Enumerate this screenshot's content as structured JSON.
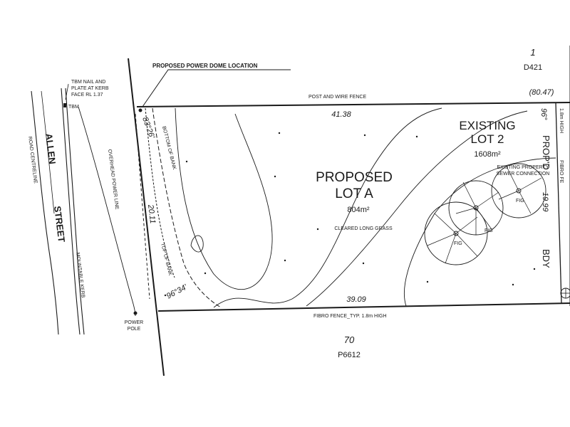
{
  "labels": {
    "lot1_number": "1",
    "lot1_dp": "D421",
    "lot70_number": "70",
    "lot70_dp": "P6612",
    "proposed_power_dome": "PROPOSED POWER DOME LOCATION",
    "tbm_note_1": "TBM NAIL AND",
    "tbm_note_2": "PLATE AT KERB",
    "tbm_note_3": "FACE RL 1.37",
    "tbm_marker": "TBM",
    "street_word1": "ALLEN",
    "street_word2": "STREET",
    "road_centreline": "ROAD CENTRELINE",
    "overhead_power_line": "OVERHEAD POWER LINE",
    "mountable_kerb": "MOUNTABLE KERB",
    "power_pole_1": "POWER",
    "power_pole_2": "POLE",
    "post_wire_fence": "POST AND WIRE FENCE",
    "fibro_fence": "FIBRO FENCE_TYP. 1.8m HIGH",
    "bottom_of_bank": "BOTTOM OF BANK",
    "top_of_bank": "TOP OF BANK",
    "proposed_line1": "PROPOSED",
    "proposed_line2": "LOT A",
    "lot_a_area": "804m²",
    "cleared_grass": "CLEARED LONG GRASS",
    "existing_line1": "EXISTING",
    "existing_line2": "LOT 2",
    "lot2_area": "1608m²",
    "sewer_1": "EXISTING PROPERTY",
    "sewer_2": "SEWER CONNECTION",
    "propd": "PROP'D",
    "bdy": "BDY",
    "fence_high": "1.8m HIGH",
    "fence_side": "FIBRO FE",
    "fig": "FIG"
  },
  "dimensions": {
    "north_boundary": "41.38",
    "north_boundary_total": "(80.47)",
    "south_boundary": "39.09",
    "west_boundary": "20.11",
    "east_boundary": "19.99",
    "angle_nw": "83°26'",
    "angle_sw": "96°34'",
    "angle_ne": "96°"
  }
}
